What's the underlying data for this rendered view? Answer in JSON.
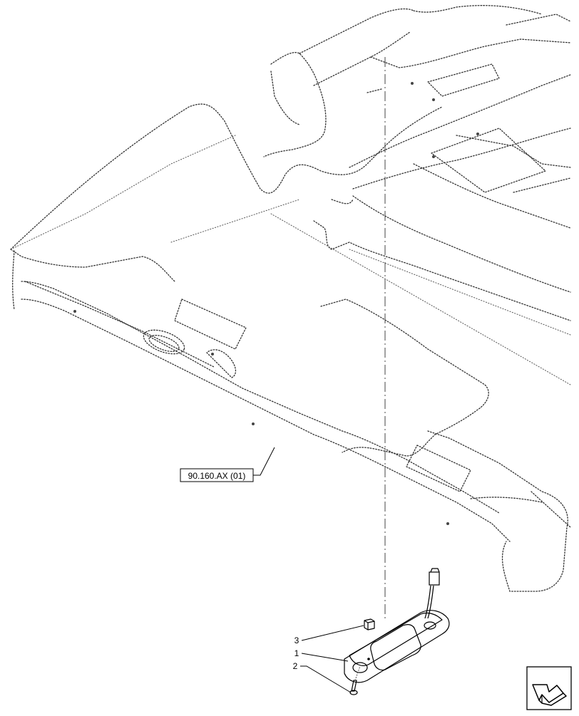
{
  "reference_label": "90.160.AX (01)",
  "callouts": [
    {
      "number": "3",
      "part": "clip"
    },
    {
      "number": "1",
      "part": "dome-lamp"
    },
    {
      "number": "2",
      "part": "screw"
    }
  ],
  "nav_icon": "arrow-icon"
}
